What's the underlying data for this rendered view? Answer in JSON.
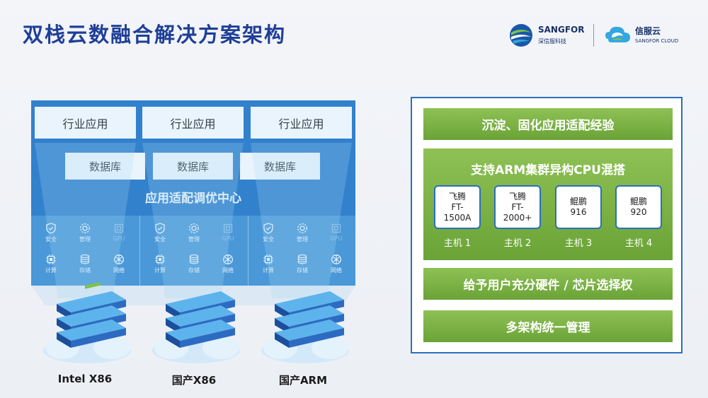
{
  "title": "双栈云数融合解决方案架构",
  "logos": {
    "sangfor": {
      "name": "SANGFOR",
      "sub": "深信服科技"
    },
    "cloud": {
      "name": "信服云",
      "sub": "SANGFOR CLOUD"
    }
  },
  "left": {
    "apps": [
      "行业应用",
      "行业应用",
      "行业应用"
    ],
    "databases": [
      "数据库",
      "数据库",
      "数据库"
    ],
    "center_label": "应用适配调优中心",
    "resource_groups": [
      {
        "items": [
          "安全",
          "管理",
          "GPU",
          "计算",
          "存储",
          "网络"
        ]
      },
      {
        "items": [
          "安全",
          "管理",
          "GPU",
          "计算",
          "存储",
          "网络"
        ]
      },
      {
        "items": [
          "安全",
          "管理",
          "GPU",
          "计算",
          "存储",
          "网络"
        ]
      }
    ],
    "platforms": [
      "Intel X86",
      "国产X86",
      "国产ARM"
    ]
  },
  "right": {
    "bar1": "沉淀、固化应用适配经验",
    "arm_head": "支持ARM集群异构CPU混搭",
    "hosts": [
      {
        "chip_line1": "飞腾",
        "chip_line2": "FT-",
        "chip_line3": "1500A",
        "label": "主机 1"
      },
      {
        "chip_line1": "飞腾",
        "chip_line2": "FT-",
        "chip_line3": "2000+",
        "label": "主机 2"
      },
      {
        "chip_line1": "鲲鹏",
        "chip_line2": "916",
        "chip_line3": "",
        "label": "主机 3"
      },
      {
        "chip_line1": "鲲鹏",
        "chip_line2": "920",
        "chip_line3": "",
        "label": "主机 4"
      }
    ],
    "bar3": "给予用户充分硬件 / 芯片选择权",
    "bar4": "多架构统一管理"
  },
  "colors": {
    "title": "#1f3f97",
    "dark_blue": "#1f73c6",
    "light_blue": "#3c8fd3",
    "green": "#7bb244",
    "border_blue": "#2a6fc1"
  }
}
